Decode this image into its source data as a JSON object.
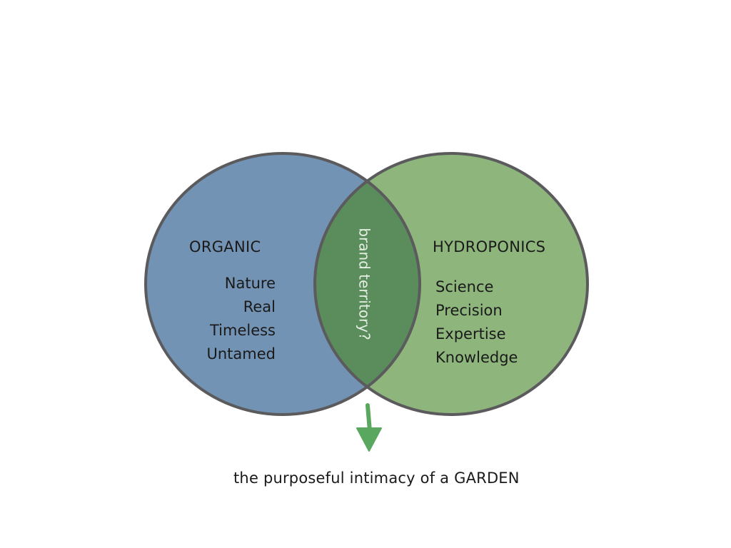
{
  "left_set": {
    "title": "ORGANIC",
    "items": [
      "Nature",
      "Real",
      "Timeless",
      "Untamed"
    ],
    "fill": "#7393b4"
  },
  "right_set": {
    "title": "HYDROPONICS",
    "items": [
      "Science",
      "Precision",
      "Expertise",
      "Knowledge"
    ],
    "fill": "#8eb57c"
  },
  "overlap": {
    "label": "brand territory?",
    "fill": "#5a8c5c",
    "text_color": "#e4efe2"
  },
  "outline_color": "#5b5b5e",
  "arrow_color": "#5aa860",
  "caption": "the purposeful intimacy of a GARDEN"
}
